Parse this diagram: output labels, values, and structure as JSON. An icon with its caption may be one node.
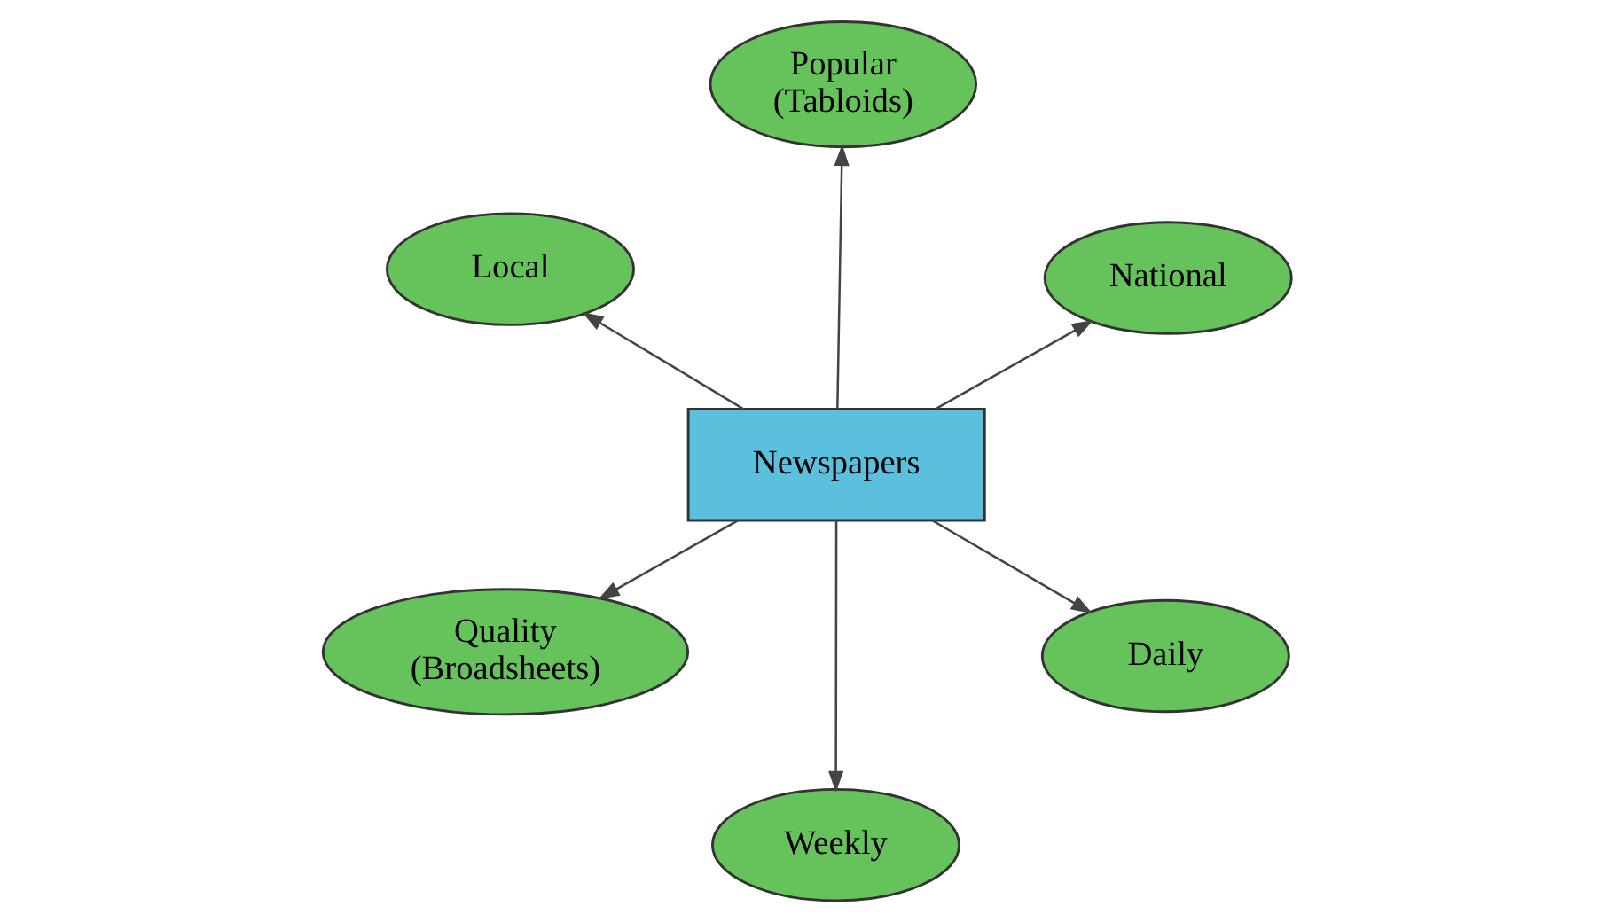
{
  "diagram": {
    "nodes": [
      {
        "text": [
          "Newspapers"
        ]
      },
      {
        "text": [
          "Daily"
        ]
      },
      {
        "text": [
          "Weekly"
        ]
      },
      {
        "text": [
          "Local"
        ]
      },
      {
        "text": [
          "National"
        ]
      },
      {
        "text": [
          "Popular (Tabloids)"
        ]
      },
      {
        "text": [
          "Quality (Broadsheets)"
        ]
      }
    ],
    "edges": [
      {
        "from": 0,
        "to": 1,
        "arrow": "to"
      },
      {
        "from": 0,
        "to": 2,
        "arrow": "to"
      },
      {
        "from": 0,
        "to": 3,
        "arrow": "to"
      },
      {
        "from": 0,
        "to": 4,
        "arrow": "to"
      },
      {
        "from": 0,
        "to": 5,
        "arrow": "to"
      },
      {
        "from": 0,
        "to": 6,
        "arrow": "to"
      }
    ]
  }
}
